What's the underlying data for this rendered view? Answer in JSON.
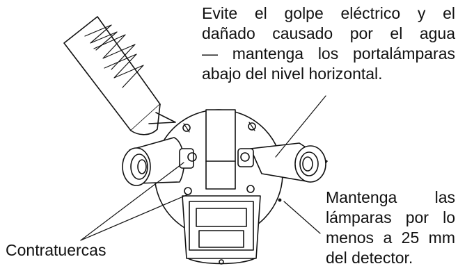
{
  "labels": {
    "water_warning": [
      "Evite el golpe eléctrico y el",
      "dañado causado por el agua",
      "— mantenga los portalámparas",
      "abajo del nivel horizontal."
    ],
    "distance_warning": [
      "Mantenga las",
      "lámparas por lo",
      "menos a 25 mm",
      "del detector."
    ],
    "locknuts": "Contratuercas"
  },
  "icons": [
    "caulk-gun-icon",
    "round-junction-box",
    "lampholder-left",
    "lampholder-right",
    "motion-sensor",
    "locknut-marker"
  ],
  "colors": {
    "ink": "#111111",
    "background": "#ffffff"
  }
}
